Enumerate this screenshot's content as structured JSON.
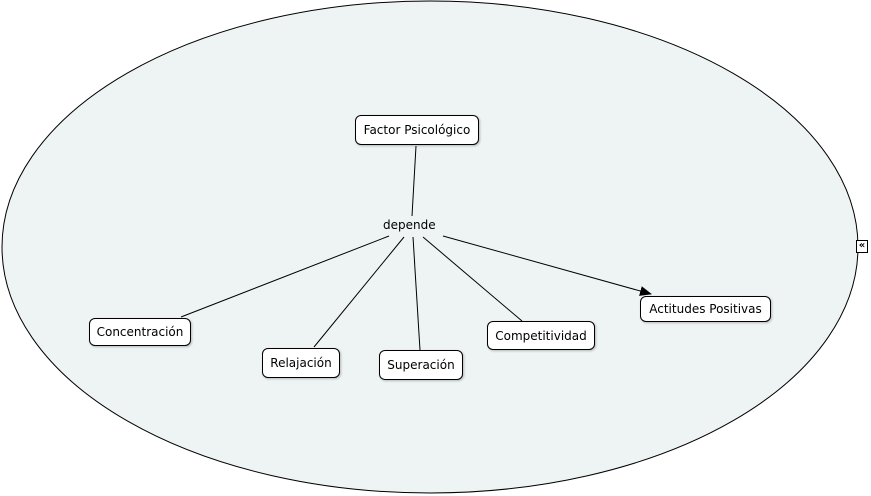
{
  "colors": {
    "ellipse_fill": "#eef4f4",
    "ellipse_stroke": "#000000",
    "node_fill": "#ffffff",
    "line": "#000000"
  },
  "map": {
    "root": "Factor Psicológico",
    "link_phrase": "depende",
    "concepts": {
      "concentracion": "Concentración",
      "relajacion": "Relajación",
      "superacion": "Superación",
      "competitividad": "Competitividad",
      "actitudes": "Actitudes Positivas"
    }
  },
  "controls": {
    "collapse_icon": "double-chevron-left-icon",
    "collapse_glyph": "«"
  }
}
